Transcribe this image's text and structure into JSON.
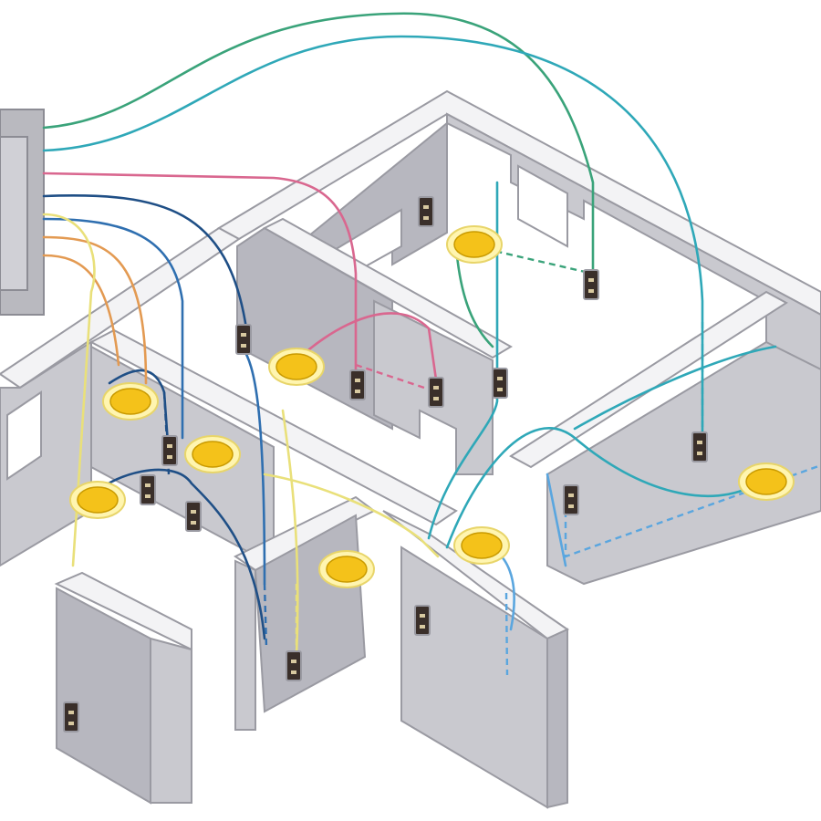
{
  "diagram": {
    "colors": {
      "wire_green": "#3aa37a",
      "wire_teal": "#2fa8b8",
      "wire_pink": "#d9678f",
      "wire_orange": "#e39a52",
      "wire_yellow": "#e9e07a",
      "wire_navy": "#1f4f86",
      "wire_blue": "#2f6fb0",
      "wire_light_blue": "#5aa6df",
      "light_fixture": "#f4c21a",
      "wall_face": "#c9c9cf",
      "wall_top": "#f3f3f5"
    },
    "components": {
      "panel": "breaker-panel",
      "outlets": [
        "outlet",
        "outlet",
        "outlet",
        "outlet",
        "outlet",
        "outlet",
        "outlet",
        "outlet",
        "outlet",
        "outlet",
        "outlet",
        "outlet",
        "outlet",
        "outlet"
      ],
      "lights": [
        "ceiling-light",
        "ceiling-light",
        "ceiling-light",
        "ceiling-light",
        "ceiling-light",
        "ceiling-light",
        "ceiling-light",
        "ceiling-light"
      ]
    }
  }
}
